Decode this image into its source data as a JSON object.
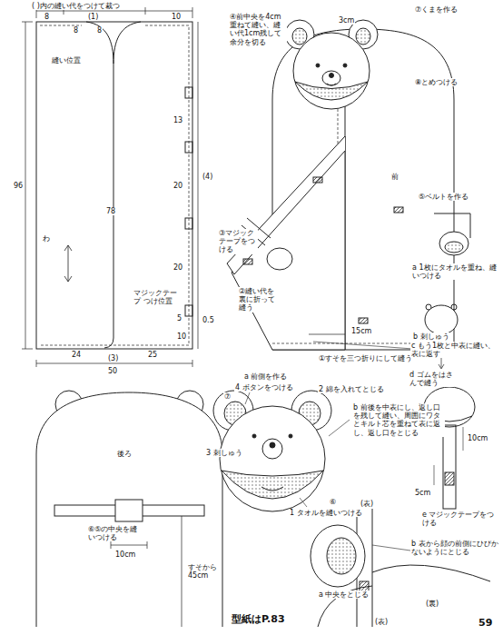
{
  "diagram": {
    "labels": [
      "( )内の縫い代をつけて裁つ",
      "8",
      "(1)",
      "10",
      "8",
      "8",
      "縫い位置",
      "96",
      "78",
      "わ",
      "13",
      "20",
      "(4)",
      "20",
      "マジックテープ つけ位置",
      "5",
      "0.5",
      "10",
      "24",
      "25",
      "(3)",
      "50",
      "④前中央を4cm重ねて縫い、縫い代1cm残して余分を切る",
      "3cm",
      "⑦くまを作る",
      "⑧とめつける",
      "前",
      "⑤ベルトを作る",
      "③マジックテープをつける",
      "②縫い代を裏に折って縫う",
      "15cm",
      "①すそを三つ折りにして縫う",
      "a 1枚にタオルを重ね、縫いつける",
      "b 刺しゅう",
      "c もう1枚と中表に縫い、表に返す",
      "d ゴムをはさんで縫う",
      "10cm",
      "5cm",
      "e マジックテープをつける",
      "後ろ",
      "⑥⑤の中央を縫いつける",
      "10cm",
      "すそから45cm",
      "a 前側を作る",
      "⑦",
      "4 ボタンをつける",
      "2 綿を入れてとじる",
      "3 刺しゅう",
      "b 前後を中表にし、返し口を残して縫い、周囲にワタとキルト芯を重ねて表に返し、返し口をとじる",
      "1 タオルを縫いつける",
      "⑥",
      "(表)",
      "b 表から顔の前側にひびかないようにとじる",
      "a 中央をとじる",
      "(裏)",
      "(表)",
      "型紙はP.83",
      "59"
    ]
  }
}
